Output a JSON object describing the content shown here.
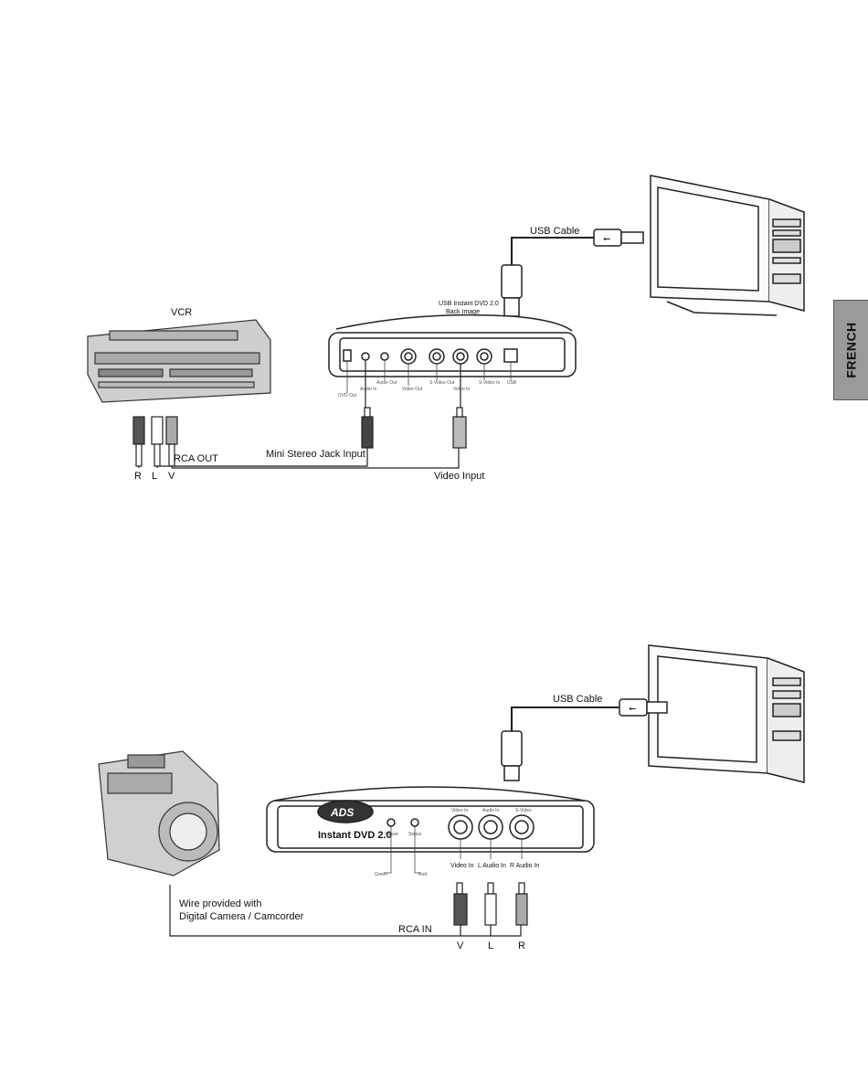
{
  "side_tab": {
    "label": "FRENCH"
  },
  "diagram1": {
    "usb_cable_label": "USB Cable",
    "vcr_label": "VCR",
    "device_caption_line1": "USB Instant DVD 2.0",
    "device_caption_line2": "Back Image",
    "port_labels": [
      "DVD Out",
      "Audio In",
      "Audio Out",
      "Video Out",
      "S-Video Out",
      "Video In",
      "S-Video In",
      "USB"
    ],
    "rca_out_label": "RCA OUT",
    "rca_letters": [
      "R",
      "L",
      "V"
    ],
    "mini_jack_label": "Mini Stereo Jack Input",
    "video_input_label": "Video Input"
  },
  "diagram2": {
    "usb_cable_label": "USB Cable",
    "device_logo": "ADS",
    "device_model": "Instant DVD 2.0",
    "led_labels": [
      "Power",
      "Status"
    ],
    "led_sub_labels": [
      "Green",
      "Red"
    ],
    "jack_top_labels": [
      "Video In",
      "Audio In",
      "S-Video"
    ],
    "jack_labels": [
      "Video In",
      "L Audio In",
      "R Audio In"
    ],
    "wire_line1": "Wire provided with",
    "wire_line2": "Digital Camera / Camcorder",
    "rca_in_label": "RCA IN",
    "rca_letters": [
      "V",
      "L",
      "R"
    ]
  },
  "colors": {
    "line": "#222222",
    "tab_bg": "#9a9a9a"
  }
}
